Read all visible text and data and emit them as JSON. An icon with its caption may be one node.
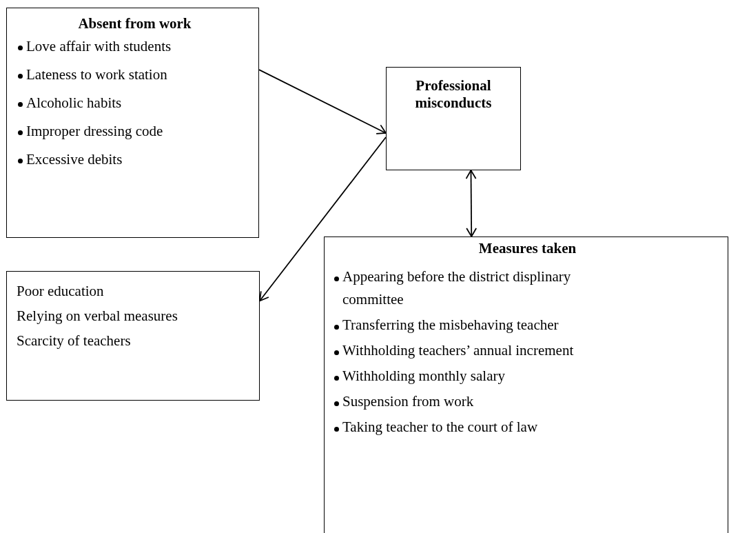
{
  "diagram": {
    "nodes": [
      {
        "text": [
          "Absent from work",
          "Love affair with students",
          "Lateness to work station",
          "Alcoholic habits",
          "Improper dressing code",
          "Excessive debits"
        ]
      },
      {
        "text": [
          "Professional misconducts"
        ]
      },
      {
        "text": [
          "Poor education",
          "Relying on verbal measures",
          "Scarcity of teachers"
        ]
      },
      {
        "text": [
          "Measures taken",
          "Appearing before the district displinary committee",
          "Transferring the misbehaving teacher",
          "Withholding teachers’ annual increment",
          "Withholding monthly salary",
          "Suspension from work",
          "Taking teacher to the court of law"
        ]
      }
    ],
    "edges": [
      {
        "from": 0,
        "to": 1,
        "arrow": "to"
      },
      {
        "from": 1,
        "to": 2,
        "arrow": "to"
      },
      {
        "from": 1,
        "to": 3,
        "arrow": "both"
      }
    ]
  }
}
